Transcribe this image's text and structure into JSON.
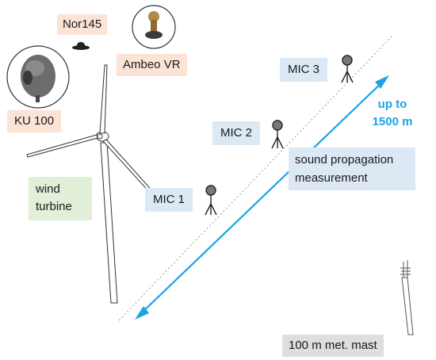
{
  "labels": {
    "nor145": "Nor145",
    "ambeo": "Ambeo VR",
    "ku100": "KU 100",
    "wind_turbine_line1": "wind",
    "wind_turbine_line2": "turbine",
    "mic1": "MIC 1",
    "mic2": "MIC 2",
    "mic3": "MIC 3",
    "sound_line1": "sound propagation",
    "sound_line2": "measurement",
    "distance_line1": "up to",
    "distance_line2": "1500 m",
    "mast": "100 m met. mast"
  },
  "colors": {
    "peach": "#fbe3d6",
    "blue_box": "#dce9f5",
    "green_box": "#e2efd9",
    "grey_box": "#dedede",
    "arrow": "#1aa3e8"
  }
}
